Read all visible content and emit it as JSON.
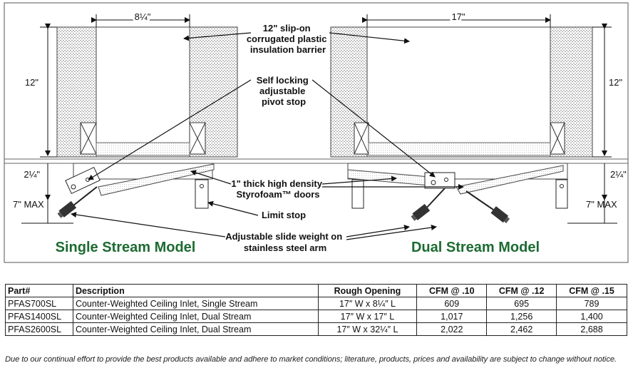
{
  "diagram": {
    "dims": {
      "single_width": "8¼\"",
      "dual_width": "17\"",
      "single_height": "12\"",
      "dual_height": "12\"",
      "single_drop": "2¼\"",
      "dual_drop": "2¼\"",
      "single_max": "7\" MAX",
      "dual_max": "7\" MAX"
    },
    "callouts": {
      "barrier": [
        "12\" slip-on",
        "corrugated plastic",
        "insulation barrier"
      ],
      "pivot": [
        "Self locking",
        "adjustable",
        "pivot stop"
      ],
      "doors": [
        "1\" thick high density",
        "Styrofoam™ doors"
      ],
      "limit": [
        "Limit stop"
      ],
      "weight": [
        "Adjustable slide weight on",
        "stainless steel arm"
      ]
    },
    "models": {
      "single": "Single Stream Model",
      "dual": "Dual Stream Model"
    },
    "colors": {
      "model_text": "#1c6b32"
    }
  },
  "table": {
    "headers": [
      "Part#",
      "Description",
      "Rough Opening",
      "CFM @ .10",
      "CFM @ .12",
      "CFM @ .15"
    ],
    "rows": [
      [
        "PFAS700SL",
        "Counter-Weighted Ceiling Inlet, Single Stream",
        "17″ W x 8¼″ L",
        "609",
        "695",
        "789"
      ],
      [
        "PFAS1400SL",
        "Counter-Weighted Ceiling Inlet, Dual Stream",
        "17″ W x 17″ L",
        "1,017",
        "1,256",
        "1,400"
      ],
      [
        "PFAS2600SL",
        "Counter-Weighted Ceiling Inlet, Dual Stream",
        "17″ W x 32¼″ L",
        "2,022",
        "2,462",
        "2,688"
      ]
    ]
  },
  "footer": "Due to our continual effort to provide the best products available and adhere to market conditions; literature, products, prices and availability are subject to change without notice."
}
